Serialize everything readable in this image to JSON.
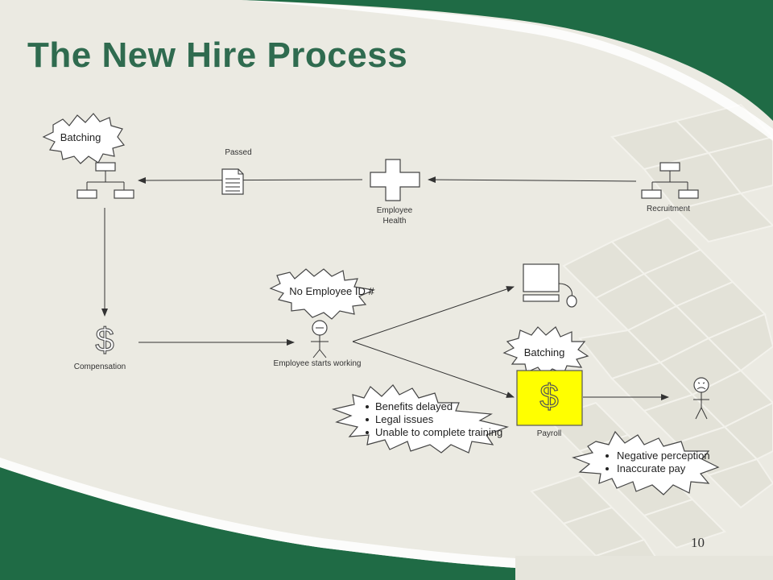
{
  "slide": {
    "title": "The New Hire Process",
    "page_number": "10"
  },
  "nodes": {
    "recruitment": "Recruitment",
    "employee_health_line1": "Employee",
    "employee_health_line2": "Health",
    "passed": "Passed",
    "compensation": "Compensation",
    "employee_starts_working": "Employee starts working",
    "payroll": "Payroll"
  },
  "callouts": {
    "batching_top": "Batching",
    "no_employee_id": "No Employee ID #",
    "batching_payroll": "Batching",
    "employee_issues": [
      "Benefits delayed",
      "Legal issues",
      "Unable to complete training"
    ],
    "payroll_issues": [
      "Negative perception",
      "Inaccurate pay"
    ]
  },
  "colors": {
    "title": "#2f6b4f",
    "band": "#1f6b45",
    "payroll_fill": "#ffff00"
  }
}
